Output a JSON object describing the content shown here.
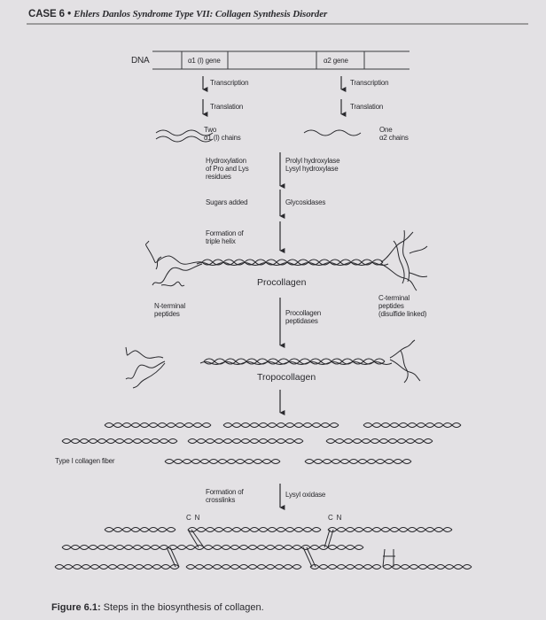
{
  "header": {
    "case_label": "CASE 6",
    "bullet": "•",
    "case_title": "Ehlers Danlos Syndrome Type VII: Collagen Synthesis Disorder"
  },
  "diagram": {
    "dna": "DNA",
    "a1_gene": "α1 (I) gene",
    "a2_gene": "α2 gene",
    "transcription_left": "Transcription",
    "transcription_right": "Transcription",
    "translation_left": "Translation",
    "translation_right": "Translation",
    "two_chains": "Two\nα1 (I) chains",
    "one_chain": "One\nα2 chains",
    "hydroxylation": "Hydroxylation\nof Pro and Lys\nresidues",
    "hydroxylases": "Prolyl hydroxylase\nLysyl hydroxylase",
    "sugars_added": "Sugars added",
    "glycosidases": "Glycosidases",
    "triple_helix": "Formation of\ntriple helix",
    "procollagen": "Procollagen",
    "n_terminal": "N-terminal\npeptides",
    "c_terminal": "C-terminal\npeptides\n(disulfide linked)",
    "procollagen_peptidases": "Procollagen\npeptidases",
    "tropocollagen": "Tropocollagen",
    "fiber": "Type I collagen fiber",
    "crosslinks": "Formation of\ncrosslinks",
    "lysyl_oxidase": "Lysyl oxidase",
    "cn_left": "C  N",
    "cn_right": "C  N"
  },
  "figure_caption": {
    "label": "Figure 6.1:",
    "text": " Steps in the biosynthesis of collagen."
  }
}
